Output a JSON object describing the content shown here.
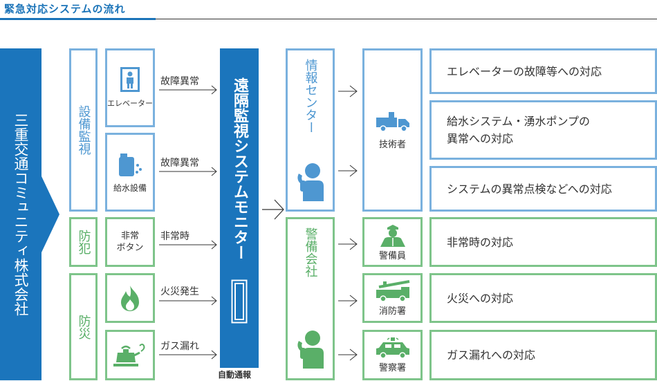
{
  "title": "緊急対応システムの流れ",
  "company": "三重交通コミュニティ株式会社",
  "categories": {
    "facility": "設備監視",
    "crime": "防犯",
    "disaster": "防災"
  },
  "devices": {
    "elevator": "エレベーター",
    "water": "給水設備",
    "emergency_button": "非常\nボタン"
  },
  "flows": {
    "f1": "故障異常",
    "f2": "故障異常",
    "f3": "非常時",
    "f4": "火災発生",
    "f5": "ガス漏れ"
  },
  "monitor": {
    "label": "遠隔監視システムモニター",
    "auto_report": "自動通報"
  },
  "centers": {
    "info": "情報センター",
    "security": "警備会社"
  },
  "actors": {
    "technician": "技術者",
    "guard": "警備員",
    "fire": "消防署",
    "police": "警察署"
  },
  "responses": {
    "r1": "エレベーターの故障等への対応",
    "r2": "給水システム・湧水ポンプの\n異常への対応",
    "r3": "システムの異常点検などへの対応",
    "r4": "非常時の対応",
    "r5": "火災への対応",
    "r6": "ガス漏れへの対応"
  },
  "colors": {
    "primary_blue": "#1b75bc",
    "light_blue": "#7ab1de",
    "green": "#7ec48a"
  }
}
